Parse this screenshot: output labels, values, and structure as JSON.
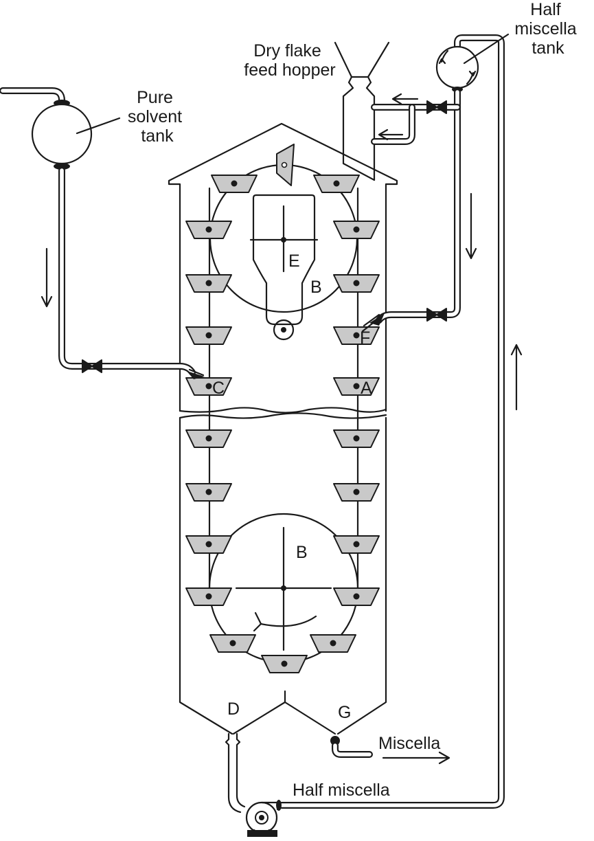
{
  "labels": {
    "pure_solvent_tank": [
      "Pure",
      "solvent",
      "tank"
    ],
    "dry_flake_feed_hopper": [
      "Dry flake",
      "feed hopper"
    ],
    "half_miscella_tank": [
      "Half",
      "miscella",
      "tank"
    ],
    "wheel_top": "B",
    "wheel_bottom": "B",
    "drum": "E",
    "point_a": "A",
    "point_c": "C",
    "point_d": "D",
    "point_f": "F",
    "point_g": "G",
    "miscella": "Miscella",
    "half_miscella": "Half miscella"
  },
  "colors": {
    "line": "#1a1a1a",
    "bucket_fill": "#c9c9c9",
    "background": "#ffffff"
  }
}
